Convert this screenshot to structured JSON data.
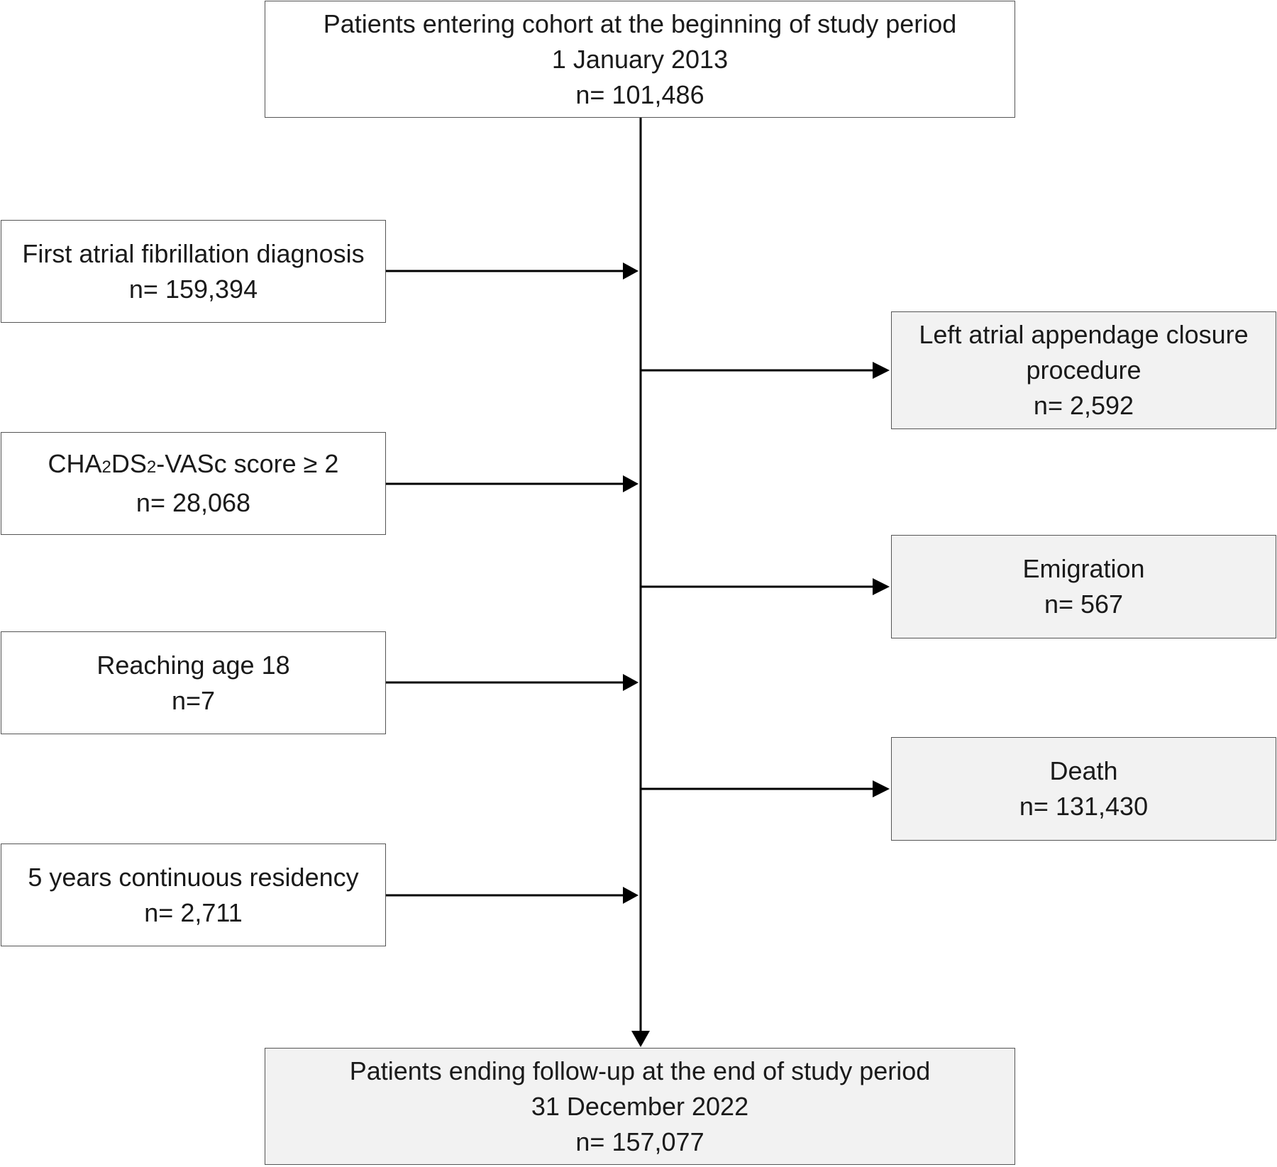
{
  "start": {
    "line1": "Patients entering cohort at the beginning of study period",
    "line2": "1 January 2013",
    "line3": "n= 101,486"
  },
  "entries": [
    {
      "label": "First atrial fibrillation diagnosis",
      "n": "n= 159,394"
    },
    {
      "label_prefix": "CHA",
      "sub1": "2",
      "label_mid": "DS",
      "sub2": "2",
      "label_suffix": "-VASc score ≥ 2",
      "n": "n= 28,068"
    },
    {
      "label": "Reaching age 18",
      "n": "n=7"
    },
    {
      "label": "5 years continuous residency",
      "n": "n= 2,711"
    }
  ],
  "exits": [
    {
      "line1": "Left atrial appendage closure",
      "line2": "procedure",
      "n": "n= 2,592"
    },
    {
      "label": "Emigration",
      "n": "n= 567"
    },
    {
      "label": "Death",
      "n": "n= 131,430"
    }
  ],
  "end": {
    "line1": "Patients ending follow-up at the end of study period",
    "line2": "31 December 2022",
    "line3": "n= 157,077"
  },
  "colors": {
    "box_border": "#555555",
    "exit_fill": "#f2f2f2",
    "arrow": "#000000"
  }
}
